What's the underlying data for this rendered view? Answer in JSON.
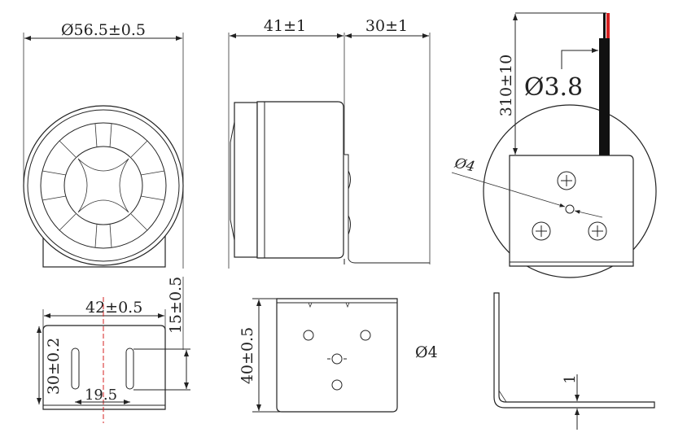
{
  "front_view": {
    "diameter_label": "Ø56.5±0.5"
  },
  "side_view": {
    "depth_label": "41±1",
    "bracket_label": "30±1"
  },
  "rear_view": {
    "cable_length_label": "310±10",
    "cable_diameter_label": "Ø3.8",
    "hole_label": "Ø4"
  },
  "bracket_front": {
    "width_label": "42±0.5",
    "height_label": "30±0.2",
    "slot_length_label": "15±0.5",
    "slot_spacing_label": "19.5"
  },
  "bracket_plate": {
    "height_label": "40±0.5",
    "hole_label": "Ø4"
  },
  "bracket_profile": {
    "thickness_label": "1"
  },
  "colors": {
    "line": "#222222",
    "cable": "#111111",
    "wire_red": "#d42020",
    "centerline": "#d42020"
  }
}
